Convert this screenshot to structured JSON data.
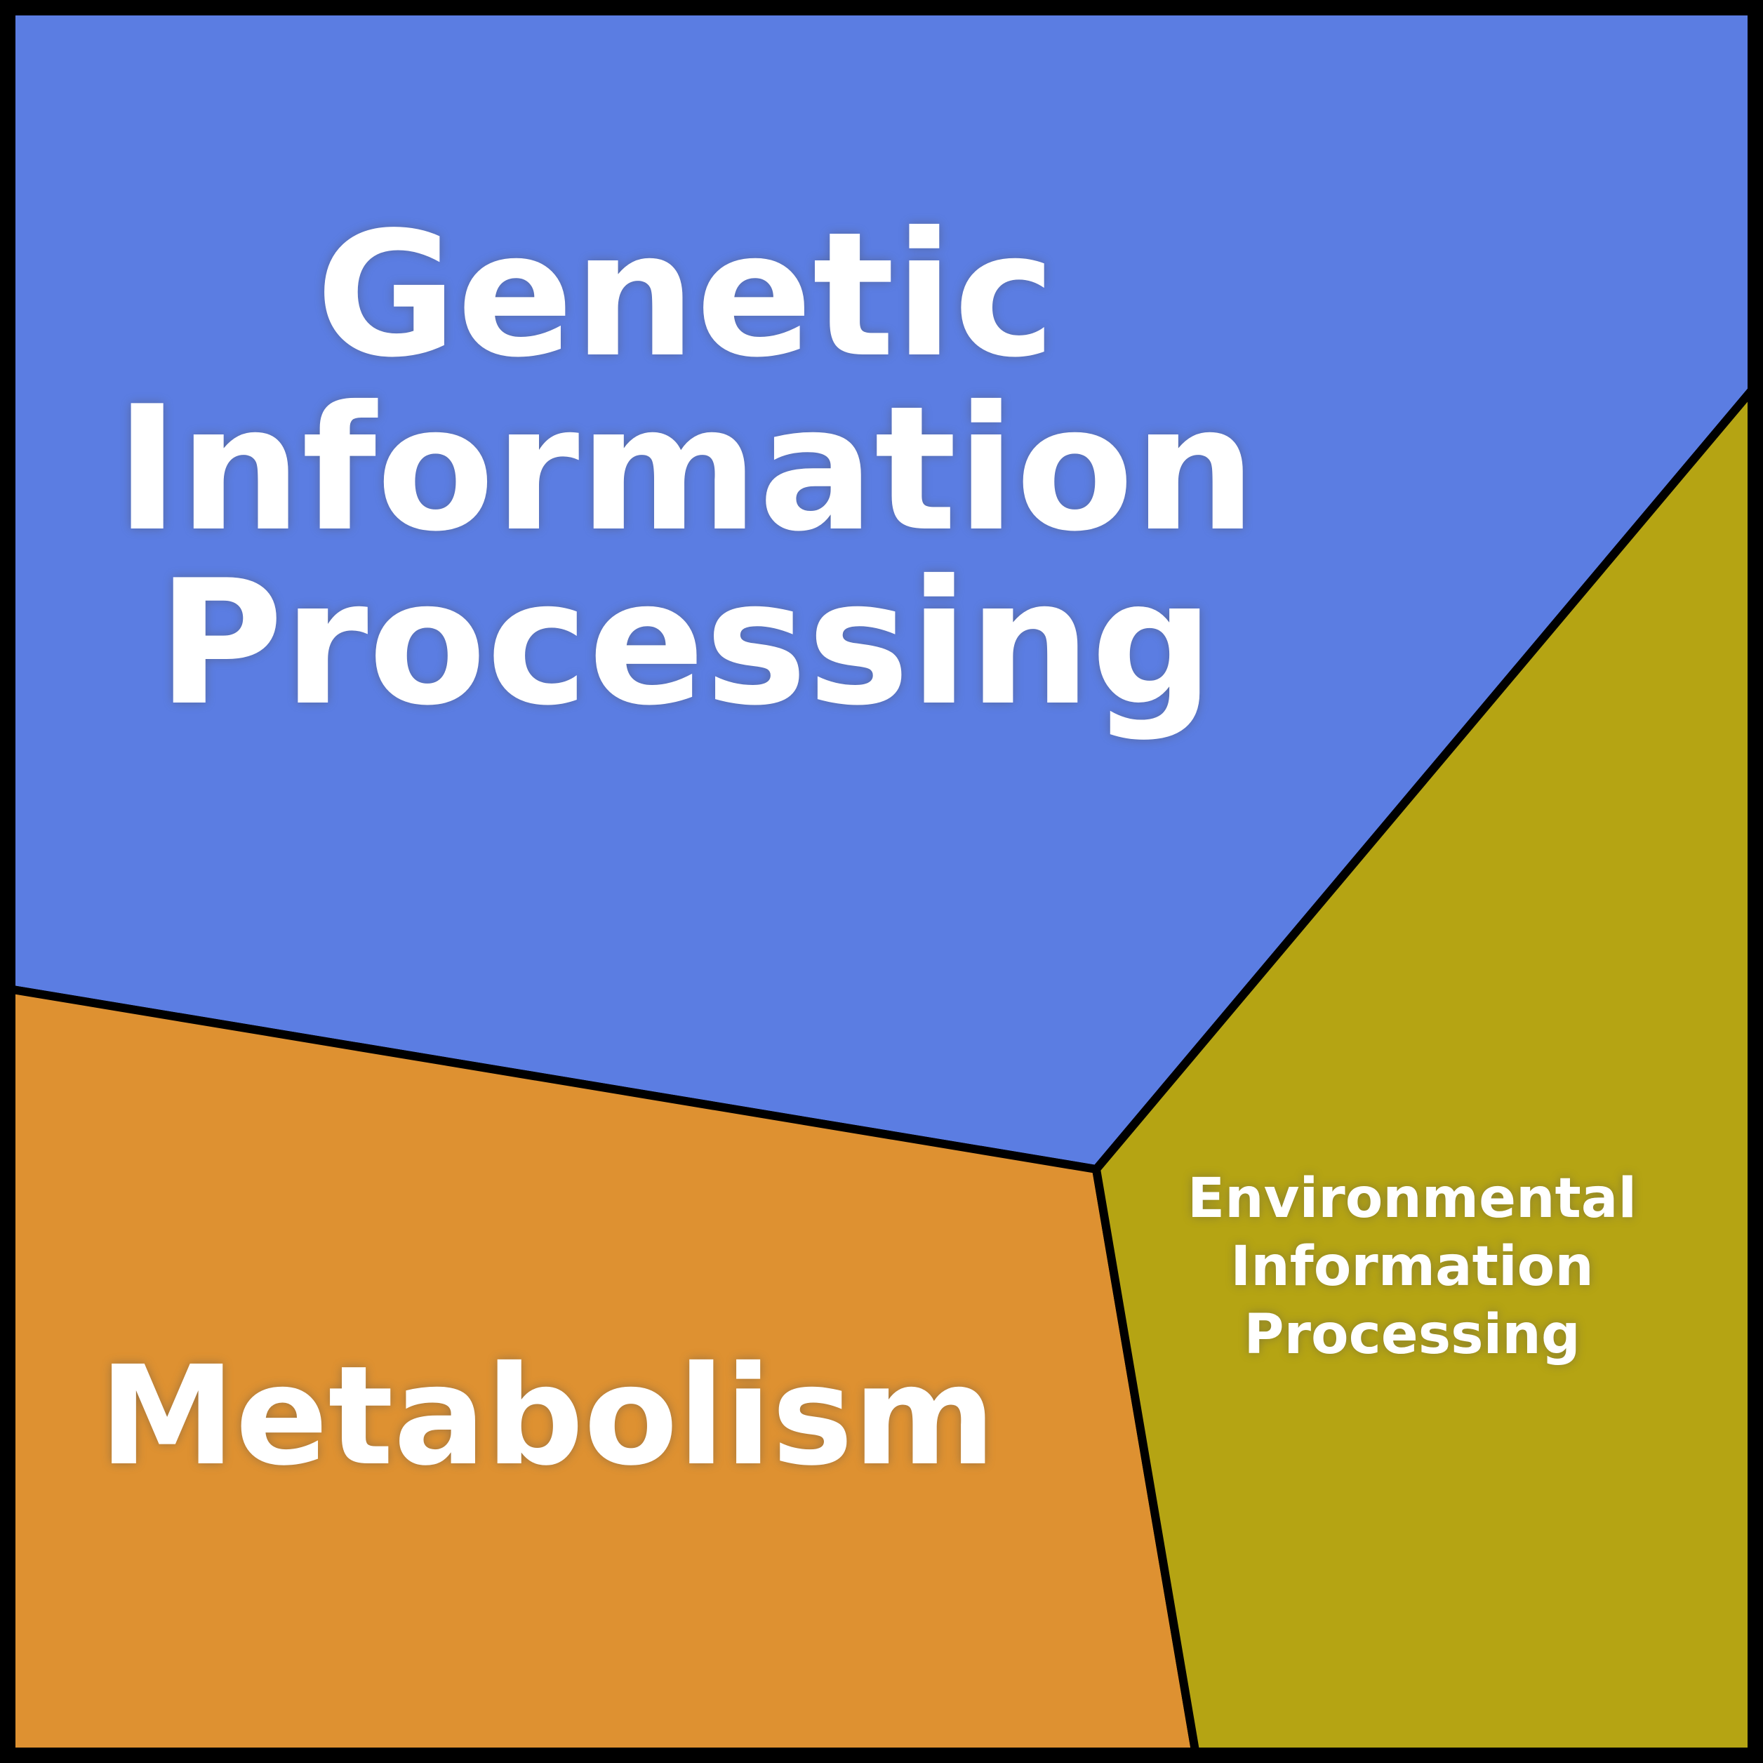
{
  "diagram": {
    "kind": "voronoi-treemap-of-categories",
    "background_color": "#000000",
    "text_color": "#ffffff",
    "border_color": "#000000"
  },
  "regions": [
    {
      "id": "genetic-information-processing",
      "color": "#5b7de2",
      "label_lines": [
        "Genetic",
        "Information",
        "Processing"
      ]
    },
    {
      "id": "metabolism",
      "color": "#de9131",
      "label": "Metabolism"
    },
    {
      "id": "environmental-information-processing",
      "color": "#b5a413",
      "label_lines": [
        "Environmental",
        "Information",
        "Processing"
      ]
    }
  ]
}
